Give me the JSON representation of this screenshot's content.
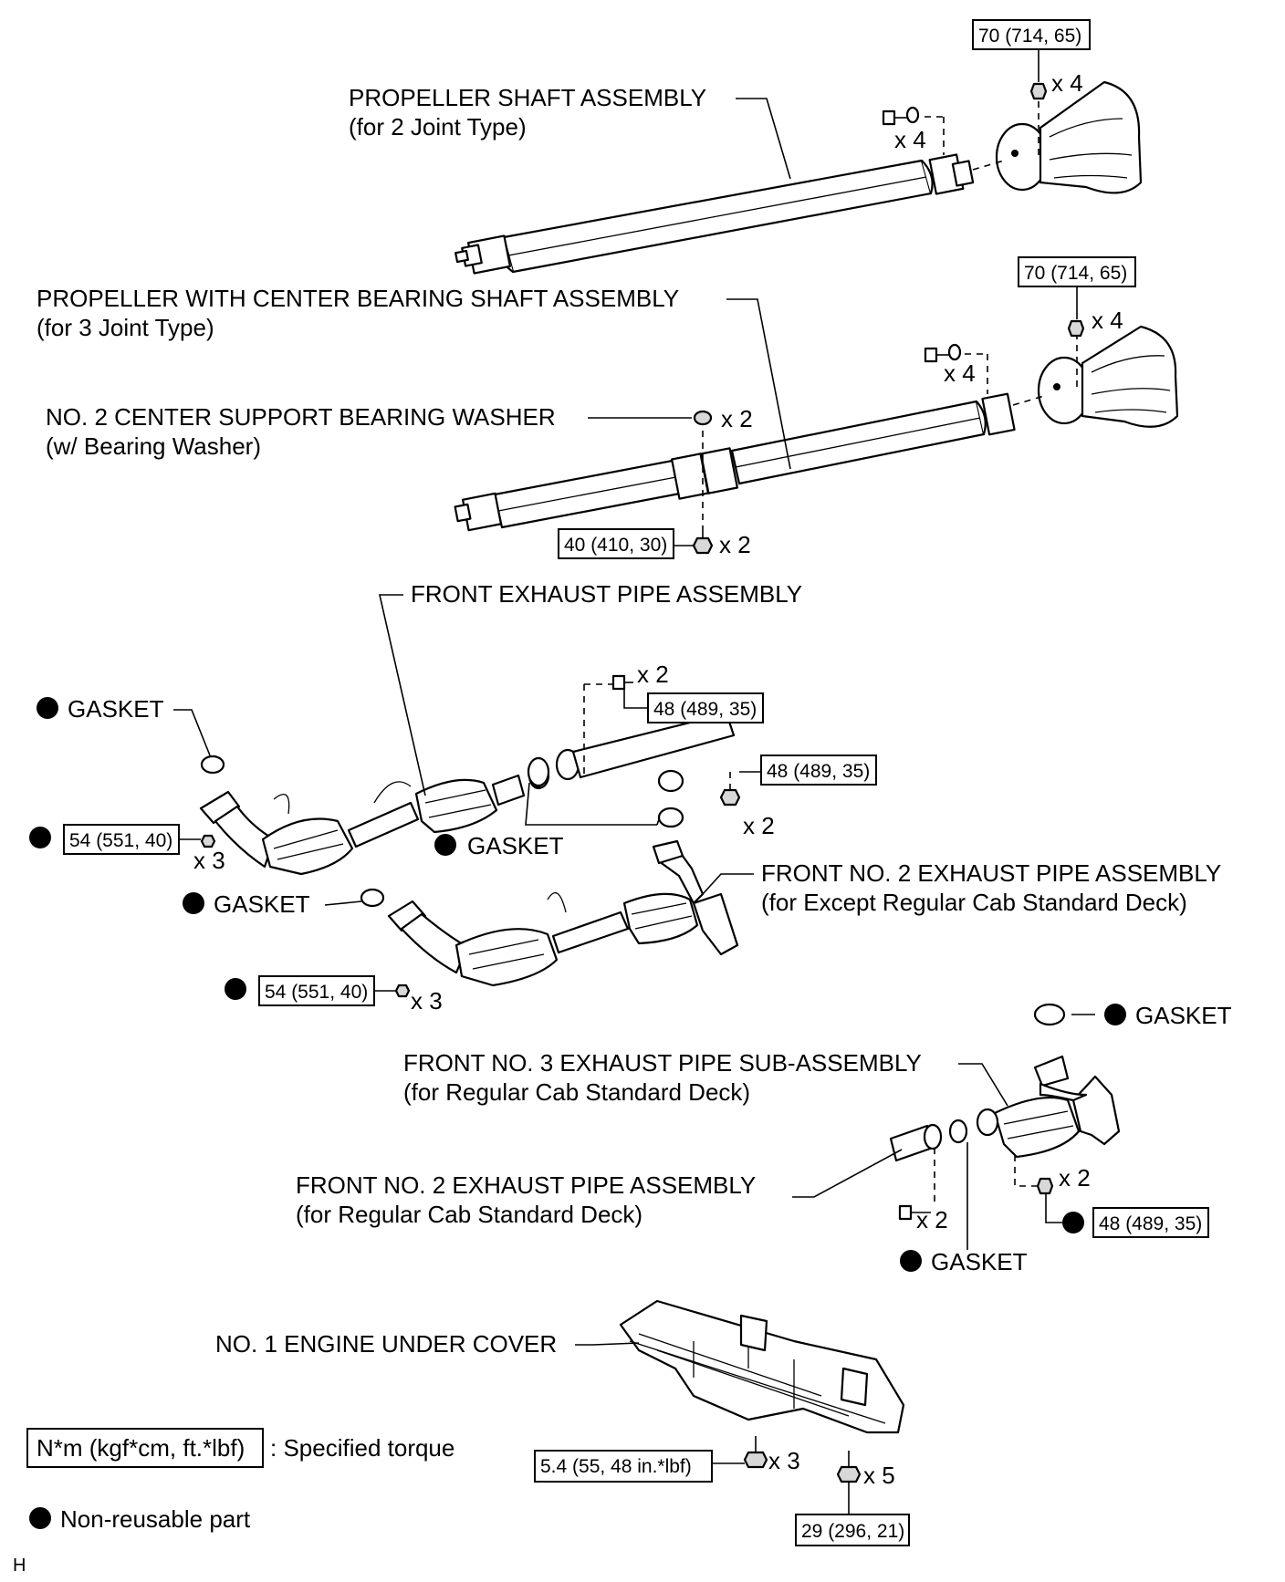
{
  "labels": {
    "prop2_l1": "PROPELLER SHAFT ASSEMBLY",
    "prop2_l2": "(for 2 Joint Type)",
    "prop3_l1": "PROPELLER WITH CENTER BEARING SHAFT ASSEMBLY",
    "prop3_l2": "(for 3 Joint Type)",
    "washer_l1": "NO. 2 CENTER SUPPORT BEARING WASHER",
    "washer_l2": "(w/ Bearing Washer)",
    "fep": "FRONT EXHAUST PIPE ASSEMBLY",
    "gasket": "GASKET",
    "fno2_l1": "FRONT NO. 2 EXHAUST PIPE ASSEMBLY",
    "fno2_l2": "(for Except Regular Cab Standard Deck)",
    "fno3_l1": "FRONT NO. 3 EXHAUST PIPE SUB-ASSEMBLY",
    "fno3_l2": "(for Regular Cab Standard Deck)",
    "fno2r_l1": "FRONT NO. 2 EXHAUST PIPE ASSEMBLY",
    "fno2r_l2": "(for Regular Cab Standard Deck)",
    "cover": "NO. 1 ENGINE UNDER COVER",
    "legend_torque_box": "N*m (kgf*cm, ft.*lbf)",
    "legend_torque_text": ": Specified torque",
    "legend_nonreuse": "Non-reusable part",
    "corner_code": "H"
  },
  "torques": {
    "t70a": "70 (714, 65)",
    "t70b": "70 (714, 65)",
    "t40": "40 (410, 30)",
    "t48a": "48 (489, 35)",
    "t48b": "48 (489, 35)",
    "t54a": "54 (551, 40)",
    "t54b": "54 (551, 40)",
    "t48c": "48 (489, 35)",
    "t54c": "5.4 (55, 48 in.*lbf)",
    "t29": "29 (296, 21)"
  },
  "quantities": {
    "q1": "x 4",
    "q2": "x 4",
    "q3": "x 4",
    "q4": "x 4",
    "q5": "x 2",
    "q6": "x 2",
    "q7": "x 2",
    "q8": "x 2",
    "q9": "x 3",
    "q10": "x 3",
    "q11": "x 2",
    "q12": "x 2",
    "q13": "x 3",
    "q14": "x 5"
  }
}
